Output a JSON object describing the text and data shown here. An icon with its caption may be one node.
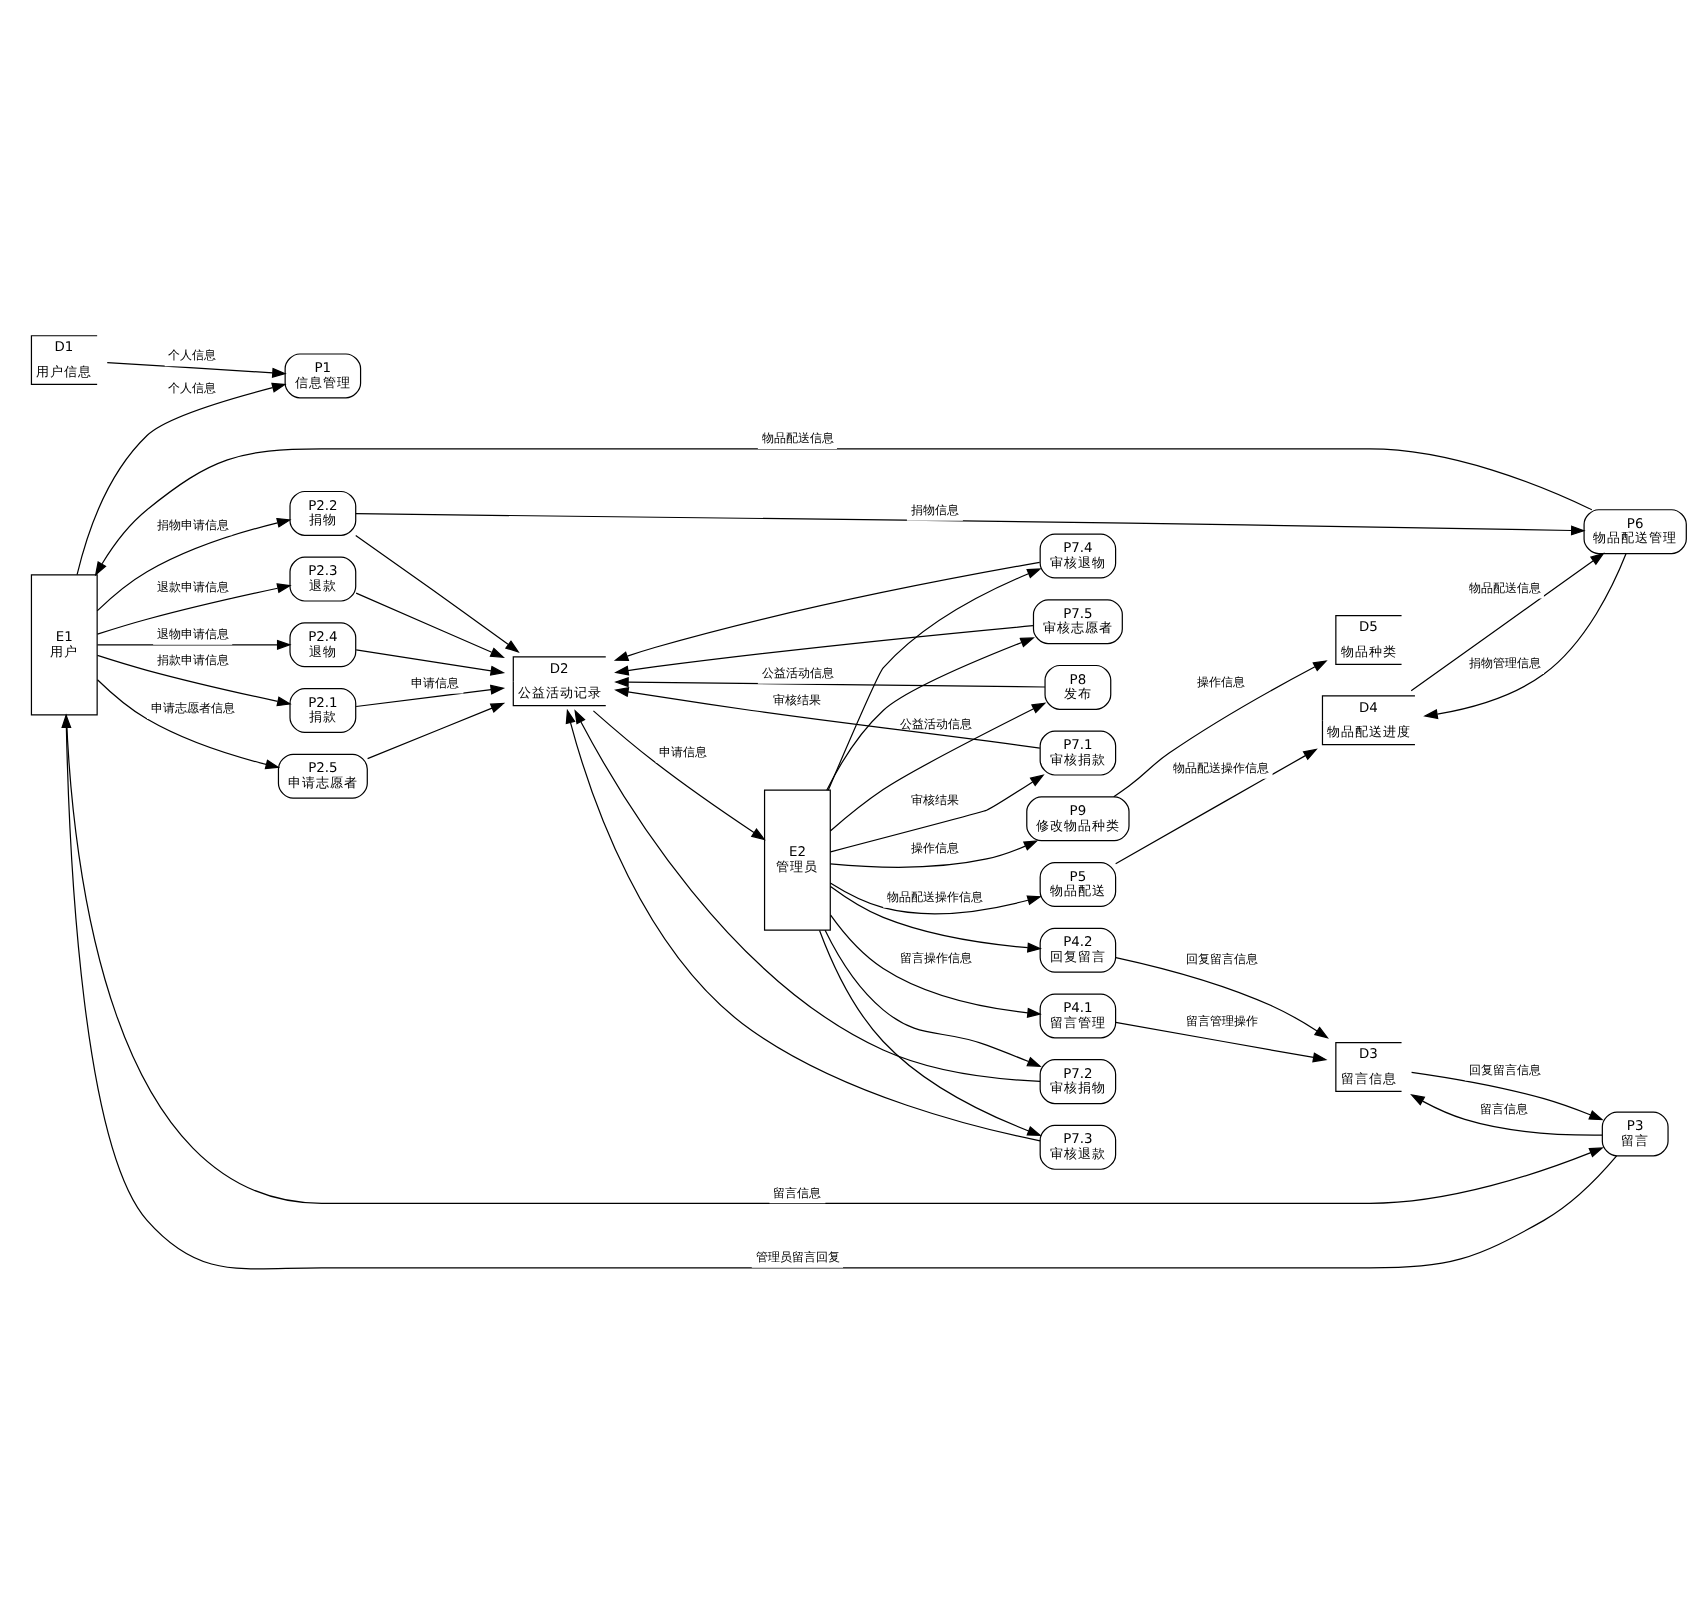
{
  "diagram": {
    "nodes": [
      {
        "text": [
          "E1",
          "用户"
        ]
      },
      {
        "text": [
          "D1",
          "用户信息"
        ]
      },
      {
        "text": [
          "P1",
          "信息管理"
        ]
      },
      {
        "text": [
          "D2",
          "公益活动记录"
        ]
      },
      {
        "text": [
          "D5",
          "物品种类"
        ]
      },
      {
        "text": [
          "P9",
          "修改物品种类"
        ]
      },
      {
        "text": [
          "P8",
          "发布"
        ]
      },
      {
        "text": [
          "E2",
          "管理员"
        ]
      },
      {
        "text": [
          "P2.1",
          "捐款"
        ]
      },
      {
        "text": [
          "P2.2",
          "捐物"
        ]
      },
      {
        "text": [
          "P2.3",
          "退款"
        ]
      },
      {
        "text": [
          "P2.4",
          "退物"
        ]
      },
      {
        "text": [
          "P2.5",
          "申请志愿者"
        ]
      },
      {
        "text": [
          "P7.1",
          "审核捐款"
        ]
      },
      {
        "text": [
          "P7.2",
          "审核捐物"
        ]
      },
      {
        "text": [
          "P7.3",
          "审核退款"
        ]
      },
      {
        "text": [
          "P7.4",
          "审核退物"
        ]
      },
      {
        "text": [
          "P7.5",
          "审核志愿者"
        ]
      },
      {
        "text": [
          "P4.1",
          "留言管理"
        ]
      },
      {
        "text": [
          "P4.2",
          "回复留言"
        ]
      },
      {
        "text": [
          "P3",
          "留言"
        ]
      },
      {
        "text": [
          "D3",
          "留言信息"
        ]
      },
      {
        "text": [
          "P5",
          "物品配送"
        ]
      },
      {
        "text": [
          "P6",
          "物品配送管理"
        ]
      },
      {
        "text": [
          "D4",
          "物品配送进度"
        ]
      }
    ],
    "edges": [
      {
        "from": 1,
        "to": 2,
        "arrow": "to",
        "label": "个人信息"
      },
      {
        "from": 0,
        "to": 2,
        "arrow": "to",
        "label": "个人信息"
      },
      {
        "from": 0,
        "to": 8,
        "arrow": "to",
        "label": "捐款申请信息"
      },
      {
        "from": 0,
        "to": 9,
        "arrow": "to",
        "label": "捐物申请信息"
      },
      {
        "from": 0,
        "to": 10,
        "arrow": "to",
        "label": "退款申请信息"
      },
      {
        "from": 0,
        "to": 11,
        "arrow": "to",
        "label": "退物申请信息"
      },
      {
        "from": 0,
        "to": 12,
        "arrow": "to",
        "label": "申请志愿者信息"
      },
      {
        "from": 8,
        "to": 3,
        "arrow": "to",
        "label": "申请信息"
      },
      {
        "from": 9,
        "to": 3,
        "arrow": "to"
      },
      {
        "from": 10,
        "to": 3,
        "arrow": "to"
      },
      {
        "from": 11,
        "to": 3,
        "arrow": "to"
      },
      {
        "from": 12,
        "to": 3,
        "arrow": "to"
      },
      {
        "from": 3,
        "to": 7,
        "arrow": "to",
        "label": "申请信息"
      },
      {
        "from": 7,
        "to": 5,
        "arrow": "to",
        "label": "操作信息"
      },
      {
        "from": 5,
        "to": 4,
        "arrow": "to",
        "label": "操作信息"
      },
      {
        "from": 7,
        "to": 6,
        "arrow": "to",
        "label": "公益活动信息"
      },
      {
        "from": 6,
        "to": 3,
        "arrow": "to",
        "label": "公益活动信息"
      },
      {
        "from": 13,
        "to": 3,
        "arrow": "to",
        "label": "审核结果"
      },
      {
        "from": 14,
        "to": 3,
        "arrow": "to"
      },
      {
        "from": 15,
        "to": 3,
        "arrow": "to"
      },
      {
        "from": 16,
        "to": 3,
        "arrow": "to"
      },
      {
        "from": 17,
        "to": 3,
        "arrow": "to"
      },
      {
        "from": 7,
        "to": 13,
        "arrow": "to",
        "label": "审核结果"
      },
      {
        "from": 7,
        "to": 14,
        "arrow": "to"
      },
      {
        "from": 7,
        "to": 15,
        "arrow": "to"
      },
      {
        "from": 7,
        "to": 16,
        "arrow": "to"
      },
      {
        "from": 7,
        "to": 17,
        "arrow": "to"
      },
      {
        "from": 7,
        "to": 18,
        "arrow": "to",
        "label": "留言操作信息"
      },
      {
        "from": 7,
        "to": 19,
        "arrow": "to"
      },
      {
        "from": 18,
        "to": 21,
        "arrow": "to",
        "label": "留言管理操作"
      },
      {
        "from": 19,
        "to": 21,
        "arrow": "to",
        "label": "回复留言信息"
      },
      {
        "from": 20,
        "to": 21,
        "arrow": "to",
        "label": "留言信息"
      },
      {
        "from": 21,
        "to": 20,
        "arrow": "to",
        "label": "回复留言信息"
      },
      {
        "from": 20,
        "to": 0,
        "arrow": "to",
        "label": "管理员留言回复"
      },
      {
        "from": 0,
        "to": 20,
        "arrow": "to",
        "label": "留言信息"
      },
      {
        "from": 23,
        "to": 0,
        "arrow": "to",
        "label": "物品配送信息"
      },
      {
        "from": 9,
        "to": 23,
        "arrow": "to",
        "label": "捐物信息"
      },
      {
        "from": 24,
        "to": 23,
        "arrow": "to",
        "label": "物品配送信息"
      },
      {
        "from": 23,
        "to": 24,
        "arrow": "to",
        "label": "捐物管理信息"
      },
      {
        "from": 7,
        "to": 22,
        "arrow": "to",
        "label": "物品配送操作信息"
      },
      {
        "from": 22,
        "to": 24,
        "arrow": "to",
        "label": "物品配送操作信息"
      }
    ]
  }
}
